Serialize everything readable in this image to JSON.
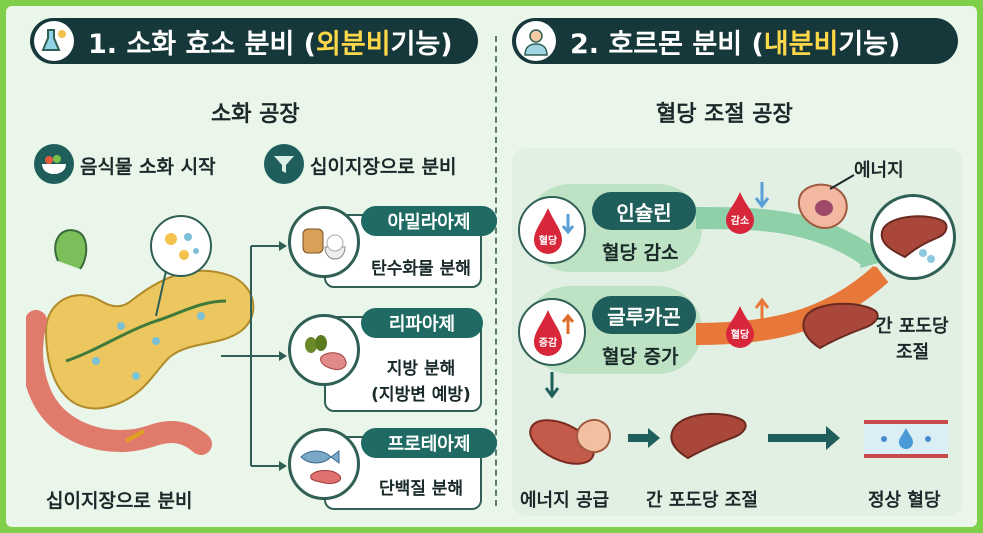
{
  "left": {
    "header_prefix": "1. 소화 효소 분비 (",
    "header_highlight": "외분비",
    "header_suffix": " 기능)",
    "subtitle": "소화 공장",
    "feature1": "음식물 소화 시작",
    "feature2": "십이지장으로 분비",
    "pancreas_caption": "십이지장으로 분비",
    "enzymes": [
      {
        "name": "아밀라아제",
        "desc1": "탄수화물 분해",
        "desc2": ""
      },
      {
        "name": "리파아제",
        "desc1": "지방 분해",
        "desc2": "(지방변 예방)"
      },
      {
        "name": "프로테아제",
        "desc1": "단백질 분해",
        "desc2": ""
      }
    ]
  },
  "right": {
    "header_prefix": "2. 호르몬 분비 (",
    "header_highlight": "내분비",
    "header_suffix": " 기능)",
    "subtitle": "혈당 조절 공장",
    "insulin": {
      "name": "인슐린",
      "desc": "혈당 감소",
      "drop": "혈당",
      "flow_drop": "감소"
    },
    "glucagon": {
      "name": "글루카곤",
      "desc": "혈당 증가",
      "drop": "증감",
      "flow_drop": "혈당"
    },
    "energy_label": "에너지",
    "liver_label_line1": "간 포도당",
    "liver_label_line2": "조절",
    "bottom": [
      "에너지 공급",
      "간 포도당 조절",
      "정상 혈당"
    ]
  },
  "colors": {
    "border": "#7fcf4a",
    "header": "#16383a",
    "highlight": "#ffd84a",
    "teal": "#1f6a62",
    "drop": "#d8263a"
  }
}
